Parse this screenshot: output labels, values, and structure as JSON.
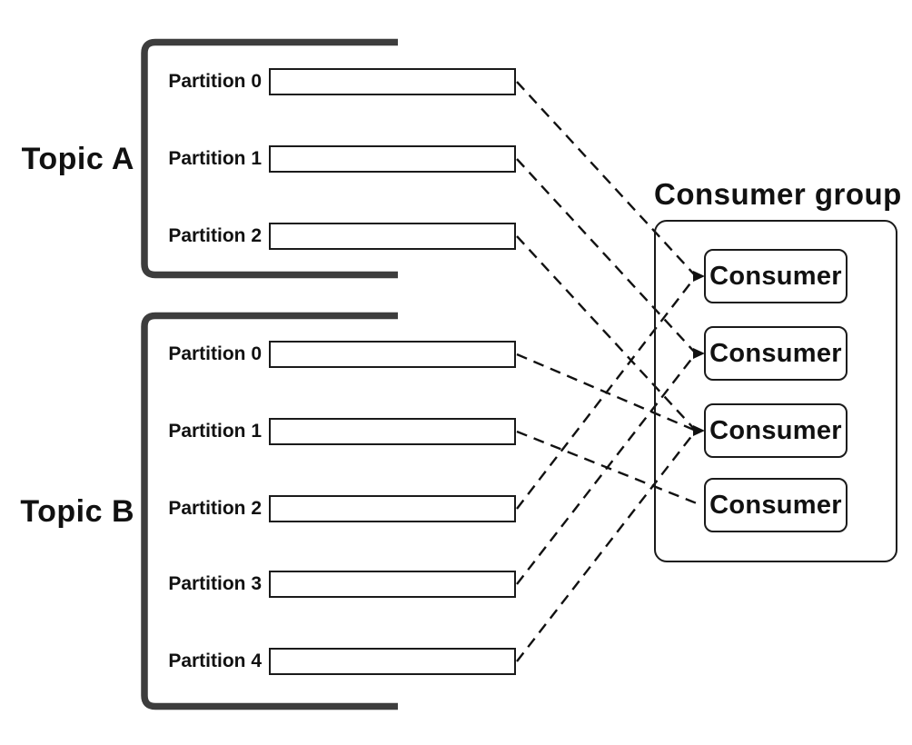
{
  "diagram": {
    "topics": [
      {
        "label": "Topic A",
        "partitions": [
          {
            "label": "Partition 0"
          },
          {
            "label": "Partition 1"
          },
          {
            "label": "Partition 2"
          }
        ]
      },
      {
        "label": "Topic B",
        "partitions": [
          {
            "label": "Partition 0"
          },
          {
            "label": "Partition 1"
          },
          {
            "label": "Partition 2"
          },
          {
            "label": "Partition 3"
          },
          {
            "label": "Partition 4"
          }
        ]
      }
    ],
    "consumer_group": {
      "title": "Consumer group",
      "consumers": [
        {
          "label": "Consumer"
        },
        {
          "label": "Consumer"
        },
        {
          "label": "Consumer"
        },
        {
          "label": "Consumer"
        }
      ]
    },
    "connections": [
      {
        "topic_index": 0,
        "partition_index": 0,
        "consumer_index": 0
      },
      {
        "topic_index": 0,
        "partition_index": 1,
        "consumer_index": 1
      },
      {
        "topic_index": 0,
        "partition_index": 2,
        "consumer_index": 2
      },
      {
        "topic_index": 1,
        "partition_index": 0,
        "consumer_index": 2
      },
      {
        "topic_index": 1,
        "partition_index": 1,
        "consumer_index": 3
      },
      {
        "topic_index": 1,
        "partition_index": 2,
        "consumer_index": 0
      },
      {
        "topic_index": 1,
        "partition_index": 3,
        "consumer_index": 1
      },
      {
        "topic_index": 1,
        "partition_index": 4,
        "consumer_index": 2
      }
    ],
    "colors": {
      "background": "#ffffff",
      "text": "#111111",
      "bracket": "#3d3d3d",
      "box_border": "#1a1a1a",
      "connector": "#111111"
    }
  }
}
